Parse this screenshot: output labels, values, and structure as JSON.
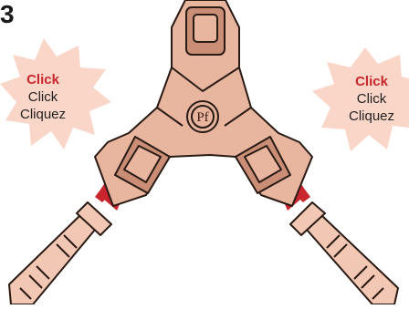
{
  "step": {
    "number": "3"
  },
  "callouts": {
    "left": {
      "line1": "Click",
      "line2": "Click",
      "line3": "Cliquez"
    },
    "right": {
      "line1": "Click",
      "line2": "Click",
      "line3": "Cliquez"
    }
  },
  "hub": {
    "logo": "Pf"
  },
  "colors": {
    "burst": "#f9d6c8",
    "body": "#e8b59f",
    "body_shadow": "#c98e75",
    "outline": "#2a1a14",
    "arrow": "#c8252d",
    "hose": "#f2c8b4",
    "accent_text": "#c8252d"
  }
}
